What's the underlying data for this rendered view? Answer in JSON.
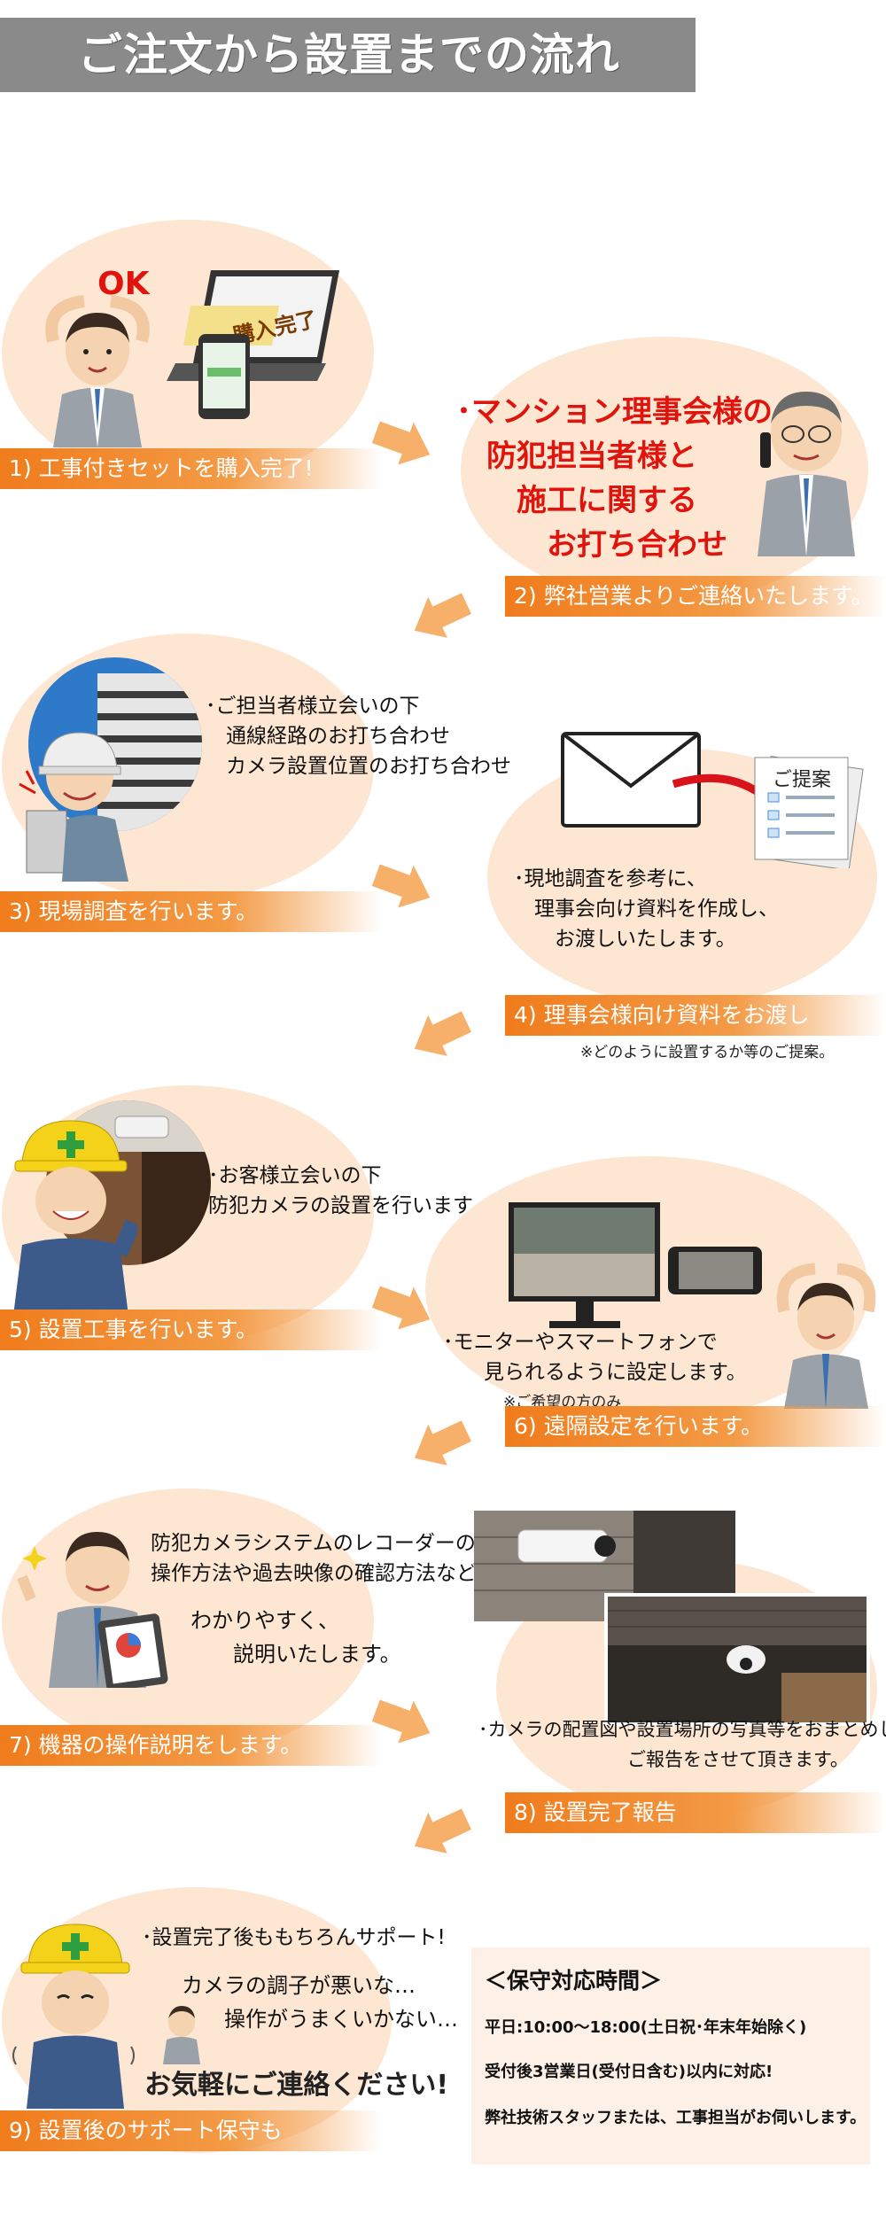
{
  "header": {
    "title": "ご注文から設置までの流れ"
  },
  "icons": {
    "ok_text": "OK",
    "laptop_screen": "購入完了",
    "proposal_doc": "ご提案"
  },
  "steps": [
    {
      "label": "1) 工事付きセットを購入完了!"
    },
    {
      "label": "2) 弊社営業よりご連絡いたします。",
      "highlight": "･マンション理事会様の\n　防犯担当者様と\n　　施工に関する\n　　　お打ち合わせ"
    },
    {
      "label": "3) 現場調査を行います。",
      "desc": "･ご担当者様立会いの下\n　通線経路のお打ち合わせ\n　カメラ設置位置のお打ち合わせ"
    },
    {
      "label": "4) 理事会様向け資料をお渡し",
      "desc": "･現地調査を参考に、\n　理事会向け資料を作成し、\n　　お渡しいたします。",
      "note": "※どのように設置するか等のご提案。"
    },
    {
      "label": "5) 設置工事を行います。",
      "desc": "･お客様立会いの下\n防犯カメラの設置を行います。"
    },
    {
      "label": "6) 遠隔設定を行います。",
      "desc": "･モニターやスマートフォンで\n　　見られるように設定します。",
      "note": "※ご希望の方のみ"
    },
    {
      "label": "7) 機器の操作説明をします。",
      "desc": "防犯カメラシステムのレコーダーの\n操作方法や過去映像の確認方法など",
      "desc2": "わかりやすく、\n　　説明いたします。"
    },
    {
      "label": "8) 設置完了報告",
      "desc": "･カメラの配置図や設置場所の写真等をおまとめし、\n　　　　　　　　ご報告をさせて頂きます。"
    },
    {
      "label": "9) 設置後のサポート保守も",
      "desc": "･設置完了後ももちろんサポート!",
      "desc2": "カメラの調子が悪いな…\n　　操作がうまくいかない…",
      "desc3": "お気軽にご連絡ください!"
    }
  ],
  "support_box": {
    "title": "＜保守対応時間＞",
    "lines": [
      "平日:10:00～18:00(土日祝･年末年始除く)",
      "受付後3営業日(受付日含む)以内に対応!",
      "弊社技術スタッフまたは、工事担当がお伺いします。"
    ]
  },
  "colors": {
    "accent": "#f07c1c",
    "highlight_text": "#e0140c",
    "blob": "#fde6d2",
    "header_bg": "#8a8a8a"
  }
}
